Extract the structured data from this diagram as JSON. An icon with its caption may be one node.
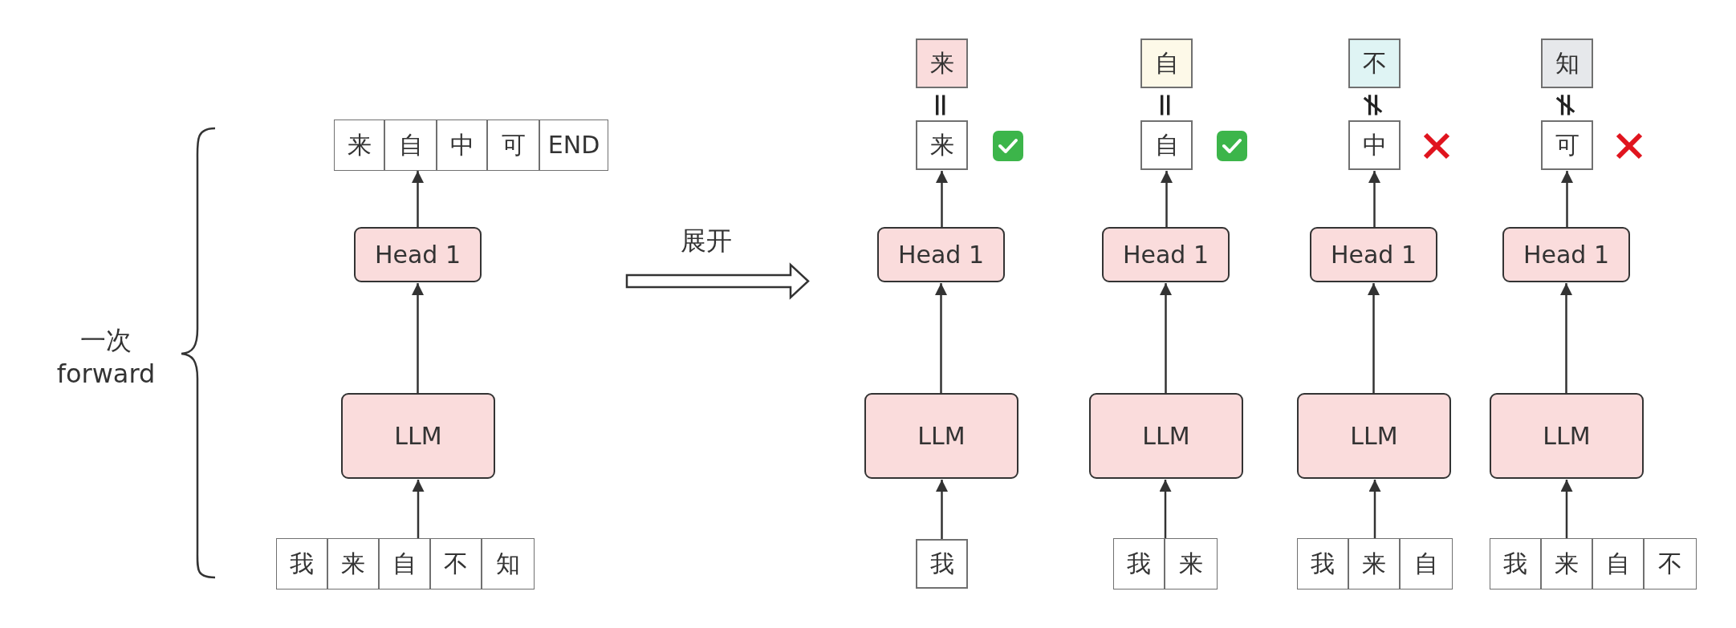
{
  "diagram": {
    "nodes": [
      {
        "text": [],
        "shape": "box"
      },
      {
        "text": [
          "来"
        ],
        "in": 0
      },
      {
        "text": [
          "自"
        ],
        "in": 0
      },
      {
        "text": [
          "中"
        ],
        "in": 0
      },
      {
        "text": [
          "可"
        ],
        "in": 0
      },
      {
        "text": [
          "END"
        ],
        "in": 0
      },
      {
        "text": [
          "Head 1"
        ]
      },
      {
        "text": [
          "LLM"
        ]
      },
      {
        "text": [],
        "shape": "box"
      },
      {
        "text": [
          "我"
        ],
        "in": 8
      },
      {
        "text": [
          "来"
        ],
        "in": 8
      },
      {
        "text": [
          "自"
        ],
        "in": 8
      },
      {
        "text": [
          "不"
        ],
        "in": 8
      },
      {
        "text": [
          "知"
        ],
        "in": 8
      },
      {
        "text": [
          "来"
        ]
      },
      {
        "text": [
          "来"
        ]
      },
      {
        "text": [
          "Head 1"
        ]
      },
      {
        "text": [
          "LLM"
        ]
      },
      {
        "text": [
          "我"
        ]
      },
      {
        "text": [
          "自"
        ]
      },
      {
        "text": [
          "自"
        ]
      },
      {
        "text": [
          "Head 1"
        ]
      },
      {
        "text": [
          "LLM"
        ]
      },
      {
        "text": [],
        "shape": "box"
      },
      {
        "text": [
          "我"
        ],
        "in": 23
      },
      {
        "text": [
          "来"
        ],
        "in": 23
      },
      {
        "text": [
          "不"
        ]
      },
      {
        "text": [
          "中"
        ]
      },
      {
        "text": [
          "Head 1"
        ]
      },
      {
        "text": [
          "LLM"
        ]
      },
      {
        "text": [],
        "shape": "box"
      },
      {
        "text": [
          "我"
        ],
        "in": 30
      },
      {
        "text": [
          "来"
        ],
        "in": 30
      },
      {
        "text": [
          "自"
        ],
        "in": 30
      },
      {
        "text": [
          "知"
        ]
      },
      {
        "text": [
          "可"
        ]
      },
      {
        "text": [
          "Head 1"
        ]
      },
      {
        "text": [
          "LLM"
        ]
      },
      {
        "text": [],
        "shape": "box"
      },
      {
        "text": [
          "我"
        ],
        "in": 38
      },
      {
        "text": [
          "来"
        ],
        "in": 38
      },
      {
        "text": [
          "自"
        ],
        "in": 38
      },
      {
        "text": [
          "不"
        ],
        "in": 38
      }
    ],
    "edges": [
      {
        "from": 8,
        "to": 7,
        "arrow": "to"
      },
      {
        "from": 7,
        "to": 6,
        "arrow": "to"
      },
      {
        "from": 6,
        "to": 0,
        "arrow": "to"
      },
      {
        "from": 18,
        "to": 17,
        "arrow": "to"
      },
      {
        "from": 17,
        "to": 16,
        "arrow": "to"
      },
      {
        "from": 16,
        "to": 15,
        "arrow": "to"
      },
      {
        "from": 23,
        "to": 22,
        "arrow": "to"
      },
      {
        "from": 22,
        "to": 21,
        "arrow": "to"
      },
      {
        "from": 21,
        "to": 20,
        "arrow": "to"
      },
      {
        "from": 30,
        "to": 29,
        "arrow": "to"
      },
      {
        "from": 29,
        "to": 28,
        "arrow": "to"
      },
      {
        "from": 28,
        "to": 27,
        "arrow": "to"
      },
      {
        "from": 38,
        "to": 37,
        "arrow": "to"
      },
      {
        "from": 37,
        "to": 36,
        "arrow": "to"
      },
      {
        "from": 36,
        "to": 35,
        "arrow": "to"
      }
    ],
    "labels": [
      "一次",
      "forward",
      "展开",
      "=",
      "=",
      "≠",
      "≠"
    ]
  }
}
